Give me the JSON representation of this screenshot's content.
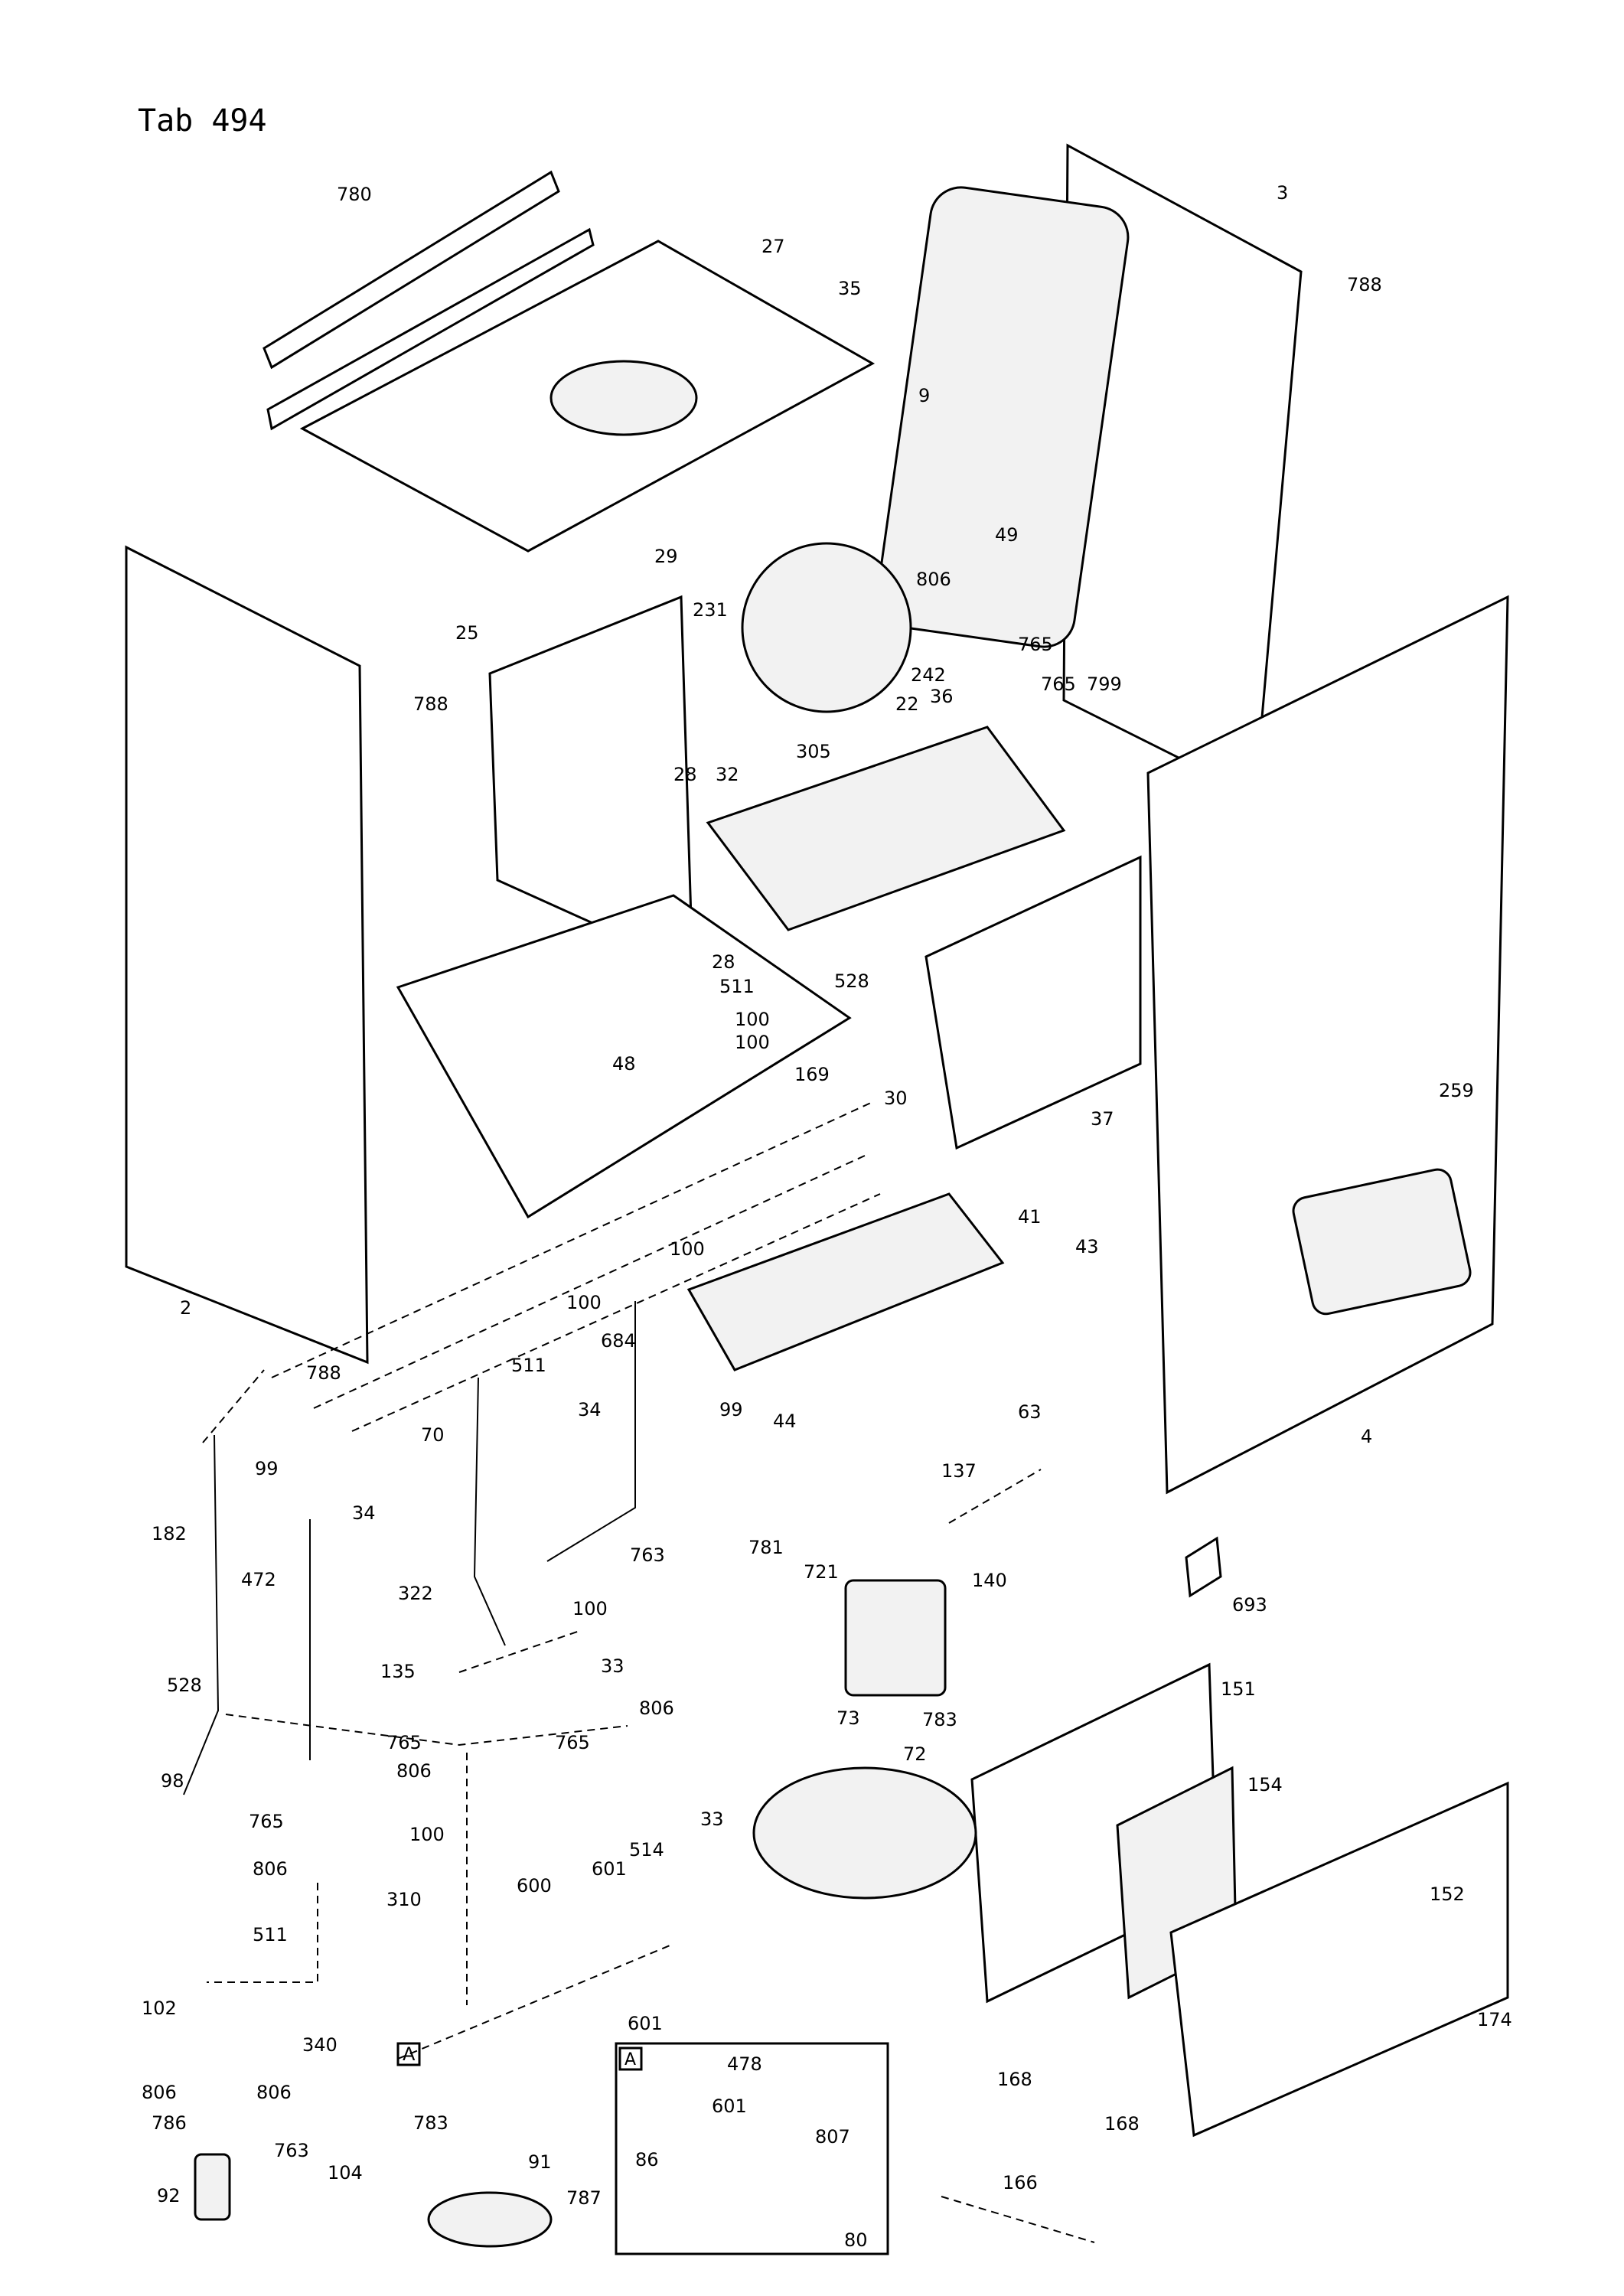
{
  "header": {
    "tab_title": "Tab 494"
  },
  "inset": {
    "letter": "A",
    "number": "80"
  },
  "callouts": [
    {
      "id": "c780",
      "text": "780"
    },
    {
      "id": "c3",
      "text": "3"
    },
    {
      "id": "c27",
      "text": "27"
    },
    {
      "id": "c35",
      "text": "35"
    },
    {
      "id": "c788a",
      "text": "788"
    },
    {
      "id": "c9",
      "text": "9"
    },
    {
      "id": "c49",
      "text": "49"
    },
    {
      "id": "c29",
      "text": "29"
    },
    {
      "id": "c806a",
      "text": "806"
    },
    {
      "id": "c231",
      "text": "231"
    },
    {
      "id": "c765a",
      "text": "765"
    },
    {
      "id": "c25",
      "text": "25"
    },
    {
      "id": "c242",
      "text": "242"
    },
    {
      "id": "c36",
      "text": "36"
    },
    {
      "id": "c765b",
      "text": "765"
    },
    {
      "id": "c799",
      "text": "799"
    },
    {
      "id": "c788b",
      "text": "788"
    },
    {
      "id": "c22",
      "text": "22"
    },
    {
      "id": "c305",
      "text": "305"
    },
    {
      "id": "c28a",
      "text": "28"
    },
    {
      "id": "c32",
      "text": "32"
    },
    {
      "id": "c28b",
      "text": "28"
    },
    {
      "id": "c511a",
      "text": "511"
    },
    {
      "id": "c528a",
      "text": "528"
    },
    {
      "id": "c100a",
      "text": "100"
    },
    {
      "id": "c100b",
      "text": "100"
    },
    {
      "id": "c48",
      "text": "48"
    },
    {
      "id": "c169",
      "text": "169"
    },
    {
      "id": "c30",
      "text": "30"
    },
    {
      "id": "c37",
      "text": "37"
    },
    {
      "id": "c259",
      "text": "259"
    },
    {
      "id": "c41",
      "text": "41"
    },
    {
      "id": "c100c",
      "text": "100"
    },
    {
      "id": "c43",
      "text": "43"
    },
    {
      "id": "c100d",
      "text": "100"
    },
    {
      "id": "c2",
      "text": "2"
    },
    {
      "id": "c684",
      "text": "684"
    },
    {
      "id": "c511b",
      "text": "511"
    },
    {
      "id": "c788c",
      "text": "788"
    },
    {
      "id": "c99a",
      "text": "99"
    },
    {
      "id": "c44",
      "text": "44"
    },
    {
      "id": "c63",
      "text": "63"
    },
    {
      "id": "c34a",
      "text": "34"
    },
    {
      "id": "c70",
      "text": "70"
    },
    {
      "id": "c4",
      "text": "4"
    },
    {
      "id": "c99b",
      "text": "99"
    },
    {
      "id": "c137",
      "text": "137"
    },
    {
      "id": "c34b",
      "text": "34"
    },
    {
      "id": "c182",
      "text": "182"
    },
    {
      "id": "c763a",
      "text": "763"
    },
    {
      "id": "c781",
      "text": "781"
    },
    {
      "id": "c721",
      "text": "721"
    },
    {
      "id": "c472",
      "text": "472"
    },
    {
      "id": "c322",
      "text": "322"
    },
    {
      "id": "c140",
      "text": "140"
    },
    {
      "id": "c100e",
      "text": "100"
    },
    {
      "id": "c693",
      "text": "693"
    },
    {
      "id": "c135",
      "text": "135"
    },
    {
      "id": "c33a",
      "text": "33"
    },
    {
      "id": "c528b",
      "text": "528"
    },
    {
      "id": "c806b",
      "text": "806"
    },
    {
      "id": "c151",
      "text": "151"
    },
    {
      "id": "c783a",
      "text": "783"
    },
    {
      "id": "c765c",
      "text": "765"
    },
    {
      "id": "c73",
      "text": "73"
    },
    {
      "id": "c806c",
      "text": "806"
    },
    {
      "id": "c765d",
      "text": "765"
    },
    {
      "id": "c72",
      "text": "72"
    },
    {
      "id": "c98",
      "text": "98"
    },
    {
      "id": "c154",
      "text": "154"
    },
    {
      "id": "c33b",
      "text": "33"
    },
    {
      "id": "c765e",
      "text": "765"
    },
    {
      "id": "c514",
      "text": "514"
    },
    {
      "id": "c100f",
      "text": "100"
    },
    {
      "id": "c601a",
      "text": "601"
    },
    {
      "id": "c806d",
      "text": "806"
    },
    {
      "id": "c310",
      "text": "310"
    },
    {
      "id": "c600",
      "text": "600"
    },
    {
      "id": "c152",
      "text": "152"
    },
    {
      "id": "c511c",
      "text": "511"
    },
    {
      "id": "c102",
      "text": "102"
    },
    {
      "id": "c340",
      "text": "340"
    },
    {
      "id": "c601b",
      "text": "601"
    },
    {
      "id": "c174",
      "text": "174"
    },
    {
      "id": "c806e",
      "text": "806"
    },
    {
      "id": "c806f",
      "text": "806"
    },
    {
      "id": "c478",
      "text": "478"
    },
    {
      "id": "c168a",
      "text": "168"
    },
    {
      "id": "c786",
      "text": "786"
    },
    {
      "id": "c783b",
      "text": "783"
    },
    {
      "id": "c601c",
      "text": "601"
    },
    {
      "id": "c807",
      "text": "807"
    },
    {
      "id": "c86",
      "text": "86"
    },
    {
      "id": "c168b",
      "text": "168"
    },
    {
      "id": "c763b",
      "text": "763"
    },
    {
      "id": "c104",
      "text": "104"
    },
    {
      "id": "c91",
      "text": "91"
    },
    {
      "id": "c166",
      "text": "166"
    },
    {
      "id": "c92",
      "text": "92"
    },
    {
      "id": "c787",
      "text": "787"
    }
  ]
}
